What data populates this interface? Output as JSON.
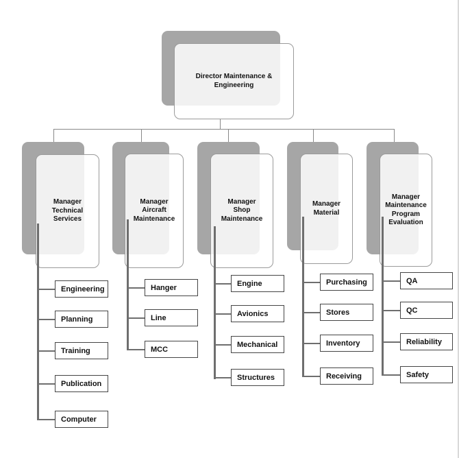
{
  "director": {
    "title": "Director Maintenance &\nEngineering"
  },
  "managers": [
    {
      "title": "Manager\nTechnical\nServices",
      "items": [
        "Engineering",
        "Planning",
        "Training",
        "Publication",
        "Computer"
      ]
    },
    {
      "title": "Manager\nAircraft\nMaintenance",
      "items": [
        "Hanger",
        "Line",
        "MCC"
      ]
    },
    {
      "title": "Manager\nShop\nMaintenance",
      "items": [
        "Engine",
        "Avionics",
        "Mechanical",
        "Structures"
      ]
    },
    {
      "title": "Manager\nMaterial",
      "items": [
        "Purchasing",
        "Stores",
        "Inventory",
        "Receiving"
      ]
    },
    {
      "title": "Manager\nMaintenance\nProgram\nEvaluation",
      "items": [
        "QA",
        "QC",
        "Reliability",
        "Safety"
      ]
    }
  ]
}
